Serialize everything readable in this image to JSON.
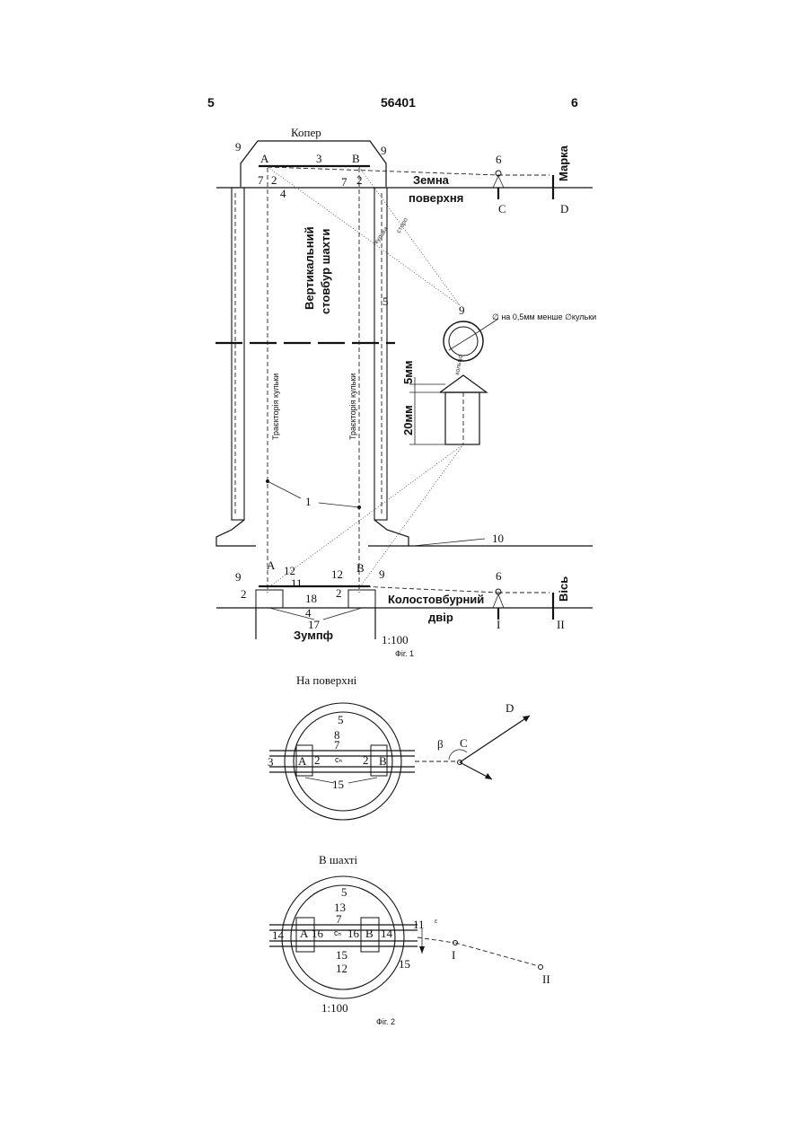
{
  "header": {
    "left": "5",
    "number": "56401",
    "right": "6"
  },
  "fig1": {
    "koper": "Копер",
    "surface": [
      "Земна",
      "поверхня"
    ],
    "marka": "Марка",
    "shaft_label": [
      "Вертикальний",
      "стовбур шахти"
    ],
    "trajectory": "Траєкторія кульки",
    "ball_diam": "∅ на 0,5мм менше ∅кульки",
    "dim_5": "5мм",
    "dim_20": "20мм",
    "kolosto": [
      "Колостовбурний",
      "двір"
    ],
    "vis": "Вісь",
    "zumpf": "Зумпф",
    "scale": "1:100",
    "caption": "Фіг. 1",
    "points": {
      "A": "A",
      "B": "B",
      "C": "C",
      "D": "D",
      "I": "I",
      "II": "II"
    },
    "nums": {
      "n1": "1",
      "n2": "2",
      "n3": "3",
      "n4": "4",
      "n5": "5",
      "n6": "6",
      "n7": "7",
      "n9": "9",
      "n10": "10",
      "n11": "11",
      "n12": "12",
      "n17": "17",
      "n18": "18"
    },
    "small": {
      "stor": "сторо",
      "kulka": "кулька",
      "kolco": "кольцо"
    }
  },
  "fig2": {
    "top_title": "На поверхні",
    "bottom_title": "В шахті",
    "scale": "1:100",
    "caption": "Фіг. 2",
    "labels": {
      "A": "A",
      "B": "B",
      "C": "C",
      "D": "D",
      "I": "I",
      "II": "II",
      "beta": "β",
      "c": "cₙ",
      "c2": "cₙ"
    },
    "nums": {
      "n2": "2",
      "n3": "3",
      "n5": "5",
      "n7": "7",
      "n8": "8",
      "n11": "11",
      "n12": "12",
      "n13": "13",
      "n14": "14",
      "n15": "15",
      "n16": "16",
      "eps": "ε"
    }
  }
}
